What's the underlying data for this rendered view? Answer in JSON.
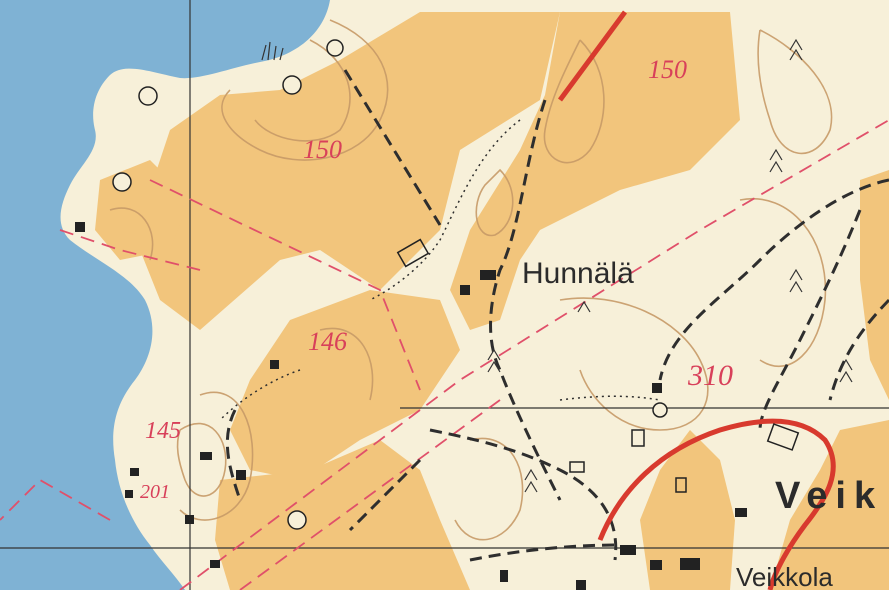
{
  "map": {
    "colors": {
      "water": "#7fb2d4",
      "open_land": "#f7f0d9",
      "field": "#f2c57c",
      "contour": "#c79a67",
      "road_major": "#d83a2e",
      "road_minor": "#2e2e2e",
      "boundary": "#e0506a",
      "building": "#222222"
    },
    "labels": {
      "hunnala": "Hunnälä",
      "veik": "Veik",
      "veikkola": "Veikkola"
    },
    "elevations": [
      {
        "id": "e1",
        "value": "150"
      },
      {
        "id": "e2",
        "value": "150"
      },
      {
        "id": "e3",
        "value": "146"
      },
      {
        "id": "e4",
        "value": "145"
      },
      {
        "id": "e5",
        "value": "201"
      },
      {
        "id": "e6",
        "value": "310"
      }
    ]
  }
}
